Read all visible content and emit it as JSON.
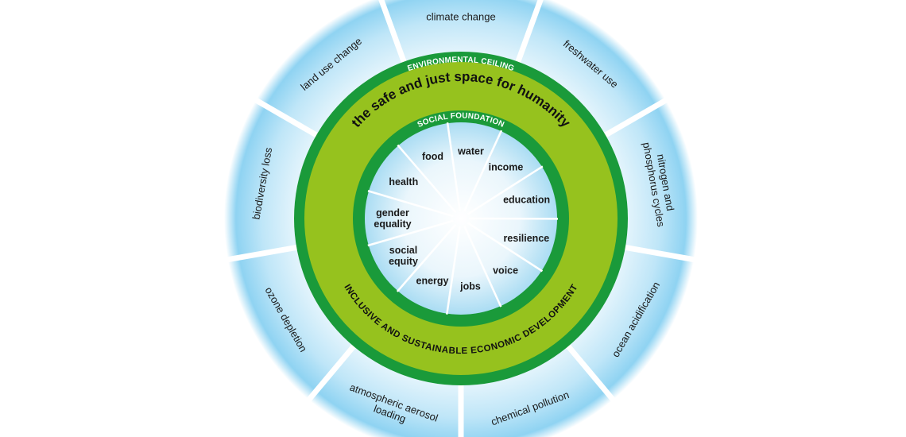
{
  "environmental_ceiling": {
    "label": "ENVIRONMENTAL CEILING",
    "boundaries": [
      "climate change",
      "freshwater use",
      [
        "nitrogen and",
        "phosphorus cycles"
      ],
      "ocean acidification",
      "chemical pollution",
      [
        "atmospheric aerosol",
        "loading"
      ],
      "ozone depletion",
      "biodiversity loss",
      "land use change"
    ]
  },
  "safe_space": {
    "title": "the safe and just space for humanity",
    "economy": "INCLUSIVE AND SUSTAINABLE ECONOMIC DEVELOPMENT"
  },
  "social_foundation": {
    "label": "SOCIAL FOUNDATION",
    "dimensions": [
      "water",
      "income",
      "education",
      "resilience",
      "voice",
      "jobs",
      "energy",
      [
        "social",
        "equity"
      ],
      [
        "gender",
        "equality"
      ],
      "health",
      "food"
    ]
  },
  "colors": {
    "outer_ring": "#1a9a3a",
    "band": "#96c21e",
    "glow": "#8fd3f2",
    "dividers": "#ffffff"
  }
}
